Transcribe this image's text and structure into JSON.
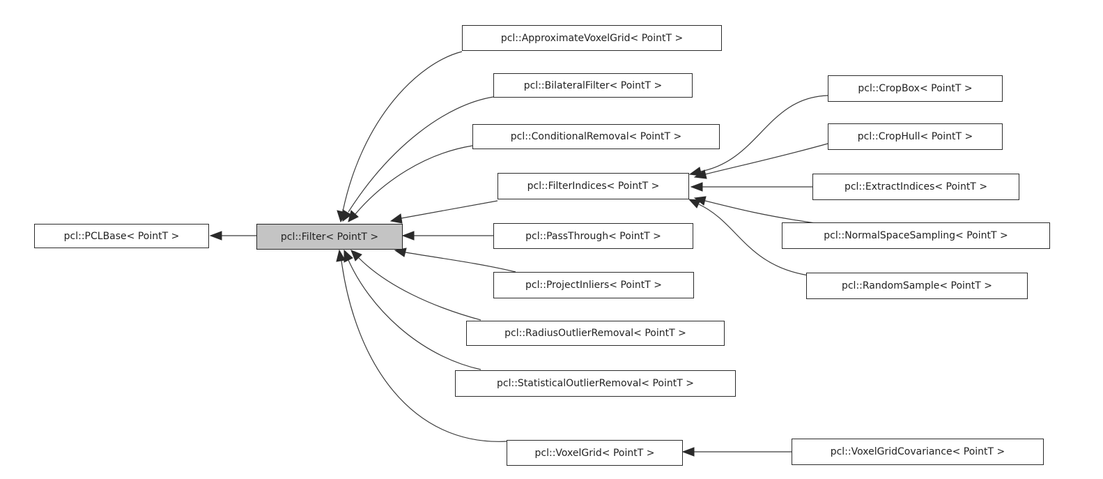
{
  "nodes": {
    "pclbase": "pcl::PCLBase< PointT >",
    "filter": "pcl::Filter< PointT >",
    "approximate_voxel_grid": "pcl::ApproximateVoxelGrid< PointT >",
    "bilateral_filter": "pcl::BilateralFilter< PointT >",
    "conditional_removal": "pcl::ConditionalRemoval< PointT >",
    "filter_indices": "pcl::FilterIndices< PointT >",
    "pass_through": "pcl::PassThrough< PointT >",
    "project_inliers": "pcl::ProjectInliers< PointT >",
    "radius_outlier_removal": "pcl::RadiusOutlierRemoval< PointT >",
    "statistical_outlier_removal": "pcl::StatisticalOutlierRemoval< PointT >",
    "voxel_grid": "pcl::VoxelGrid< PointT >",
    "crop_box": "pcl::CropBox< PointT >",
    "crop_hull": "pcl::CropHull< PointT >",
    "extract_indices": "pcl::ExtractIndices< PointT >",
    "normal_space_sampling": "pcl::NormalSpaceSampling< PointT >",
    "random_sample": "pcl::RandomSample< PointT >",
    "voxel_grid_covariance": "pcl::VoxelGridCovariance< PointT >"
  },
  "highlighted_node": "filter",
  "edges": [
    {
      "from": "filter",
      "to": "pclbase"
    },
    {
      "from": "approximate_voxel_grid",
      "to": "filter"
    },
    {
      "from": "bilateral_filter",
      "to": "filter"
    },
    {
      "from": "conditional_removal",
      "to": "filter"
    },
    {
      "from": "filter_indices",
      "to": "filter"
    },
    {
      "from": "pass_through",
      "to": "filter"
    },
    {
      "from": "project_inliers",
      "to": "filter"
    },
    {
      "from": "radius_outlier_removal",
      "to": "filter"
    },
    {
      "from": "statistical_outlier_removal",
      "to": "filter"
    },
    {
      "from": "voxel_grid",
      "to": "filter"
    },
    {
      "from": "crop_box",
      "to": "filter_indices"
    },
    {
      "from": "crop_hull",
      "to": "filter_indices"
    },
    {
      "from": "extract_indices",
      "to": "filter_indices"
    },
    {
      "from": "normal_space_sampling",
      "to": "filter_indices"
    },
    {
      "from": "random_sample",
      "to": "filter_indices"
    },
    {
      "from": "voxel_grid_covariance",
      "to": "voxel_grid"
    }
  ],
  "colors": {
    "highlight_fill": "#c4c4c4",
    "border": "#2b2b2b",
    "edge": "#3a3a3a"
  }
}
